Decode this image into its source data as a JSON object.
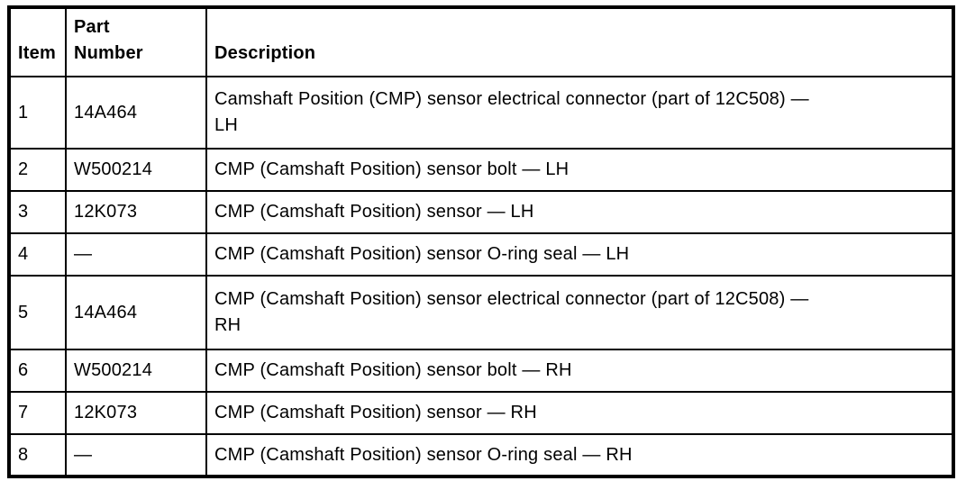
{
  "colors": {
    "border": "#000000",
    "text": "#000000",
    "background": "#ffffff"
  },
  "table": {
    "headers": {
      "item": "Item",
      "part_number": "Part\nNumber",
      "description": "Description"
    },
    "rows": [
      {
        "item": "1",
        "part_number": "14A464",
        "description": "Camshaft Position (CMP) sensor electrical connector (part of 12C508) —\nLH"
      },
      {
        "item": "2",
        "part_number": "W500214",
        "description": "CMP (Camshaft Position) sensor bolt — LH"
      },
      {
        "item": "3",
        "part_number": "12K073",
        "description": "CMP (Camshaft Position) sensor — LH"
      },
      {
        "item": "4",
        "part_number": "—",
        "description": "CMP (Camshaft Position) sensor O-ring seal — LH"
      },
      {
        "item": "5",
        "part_number": "14A464",
        "description": "CMP (Camshaft Position) sensor electrical connector (part of 12C508) —\nRH"
      },
      {
        "item": "6",
        "part_number": "W500214",
        "description": "CMP (Camshaft Position) sensor bolt — RH"
      },
      {
        "item": "7",
        "part_number": "12K073",
        "description": "CMP (Camshaft Position) sensor — RH"
      },
      {
        "item": "8",
        "part_number": "—",
        "description": "CMP (Camshaft Position) sensor O-ring seal — RH"
      }
    ]
  }
}
